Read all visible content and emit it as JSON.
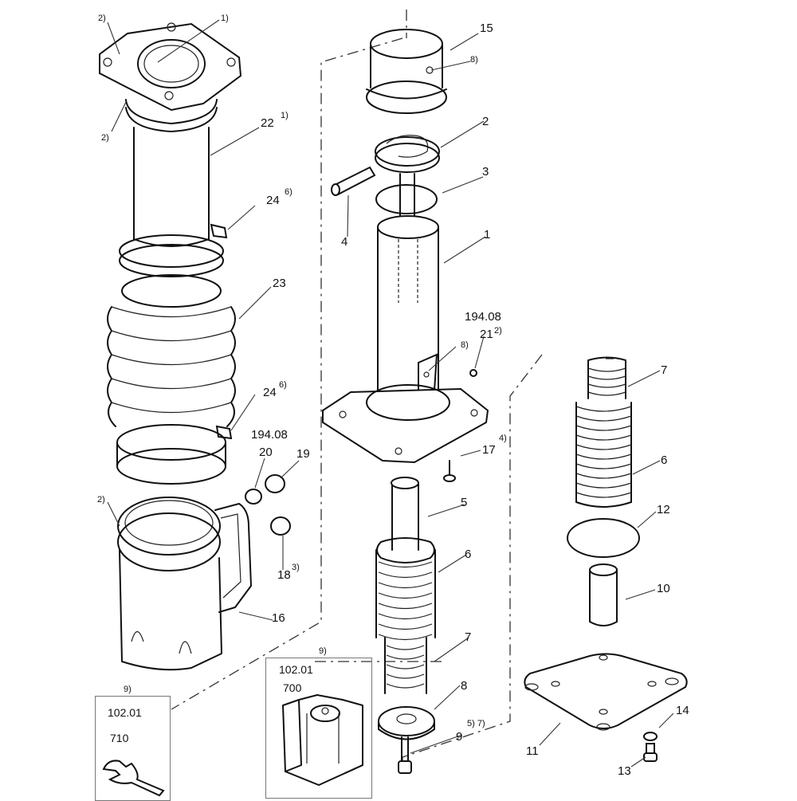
{
  "diagram": {
    "type": "exploded-parts-view",
    "part_callouts": [
      {
        "id": "p15",
        "number": "15"
      },
      {
        "id": "p2a",
        "number": "2"
      },
      {
        "id": "p3",
        "number": "3"
      },
      {
        "id": "p4",
        "number": "4"
      },
      {
        "id": "p1",
        "number": "1"
      },
      {
        "id": "p21",
        "number": "21",
        "note": "2)"
      },
      {
        "id": "p17",
        "number": "17",
        "note": "4)"
      },
      {
        "id": "p5",
        "number": "5"
      },
      {
        "id": "p6a",
        "number": "6"
      },
      {
        "id": "p7a",
        "number": "7"
      },
      {
        "id": "p8",
        "number": "8"
      },
      {
        "id": "p9",
        "number": "9",
        "note": "5)  7)"
      },
      {
        "id": "p22",
        "number": "22",
        "note": "1)"
      },
      {
        "id": "p24a",
        "number": "24",
        "note": "6)"
      },
      {
        "id": "p23",
        "number": "23"
      },
      {
        "id": "p24b",
        "number": "24",
        "note": "6)"
      },
      {
        "id": "p20",
        "number": "20"
      },
      {
        "id": "p19",
        "number": "19"
      },
      {
        "id": "p18",
        "number": "18",
        "note": "3)"
      },
      {
        "id": "p16",
        "number": "16"
      },
      {
        "id": "p7b",
        "number": "7"
      },
      {
        "id": "p6b",
        "number": "6"
      },
      {
        "id": "p12",
        "number": "12"
      },
      {
        "id": "p10",
        "number": "10"
      },
      {
        "id": "p11",
        "number": "11"
      },
      {
        "id": "p14",
        "number": "14"
      },
      {
        "id": "p13",
        "number": "13"
      }
    ],
    "footnote_marks": {
      "top_flange_left": "2)",
      "top_flange_inner": "1)",
      "collar_left": "2)",
      "cap_hole": "8)",
      "guide_pin": "8)",
      "housing_rim": "2)"
    },
    "group_codes": {
      "upper_right": "194.08",
      "middle_left": "194.08"
    },
    "tool_boxes": [
      {
        "id": "wrench",
        "note": "9)",
        "group": "102.01",
        "item": "710",
        "icon": "wrench-icon"
      },
      {
        "id": "stand",
        "note": "9)",
        "group": "102.01",
        "item": "700",
        "icon": "assembly-stand-icon"
      }
    ]
  }
}
